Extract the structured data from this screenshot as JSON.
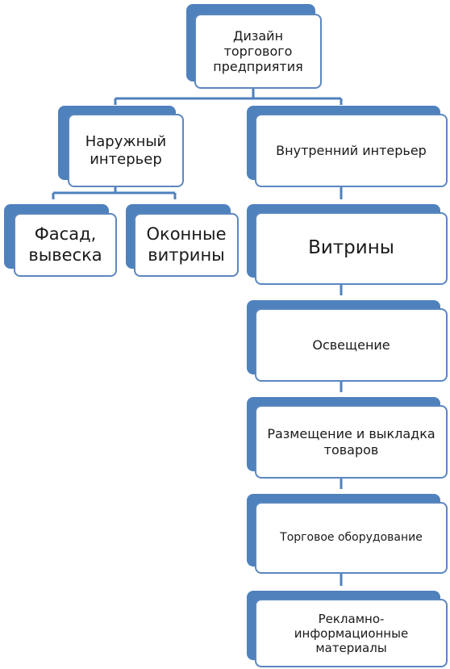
{
  "diagram": {
    "colors": {
      "accent": "#4f81bd",
      "border": "#5b87bf",
      "line": "#4f81bd",
      "text": "#1a1a1a"
    },
    "root": {
      "label": "Дизайн торгового предприятия"
    },
    "exterior": {
      "label": "Наружный интерьер",
      "children": [
        {
          "label": "Фасад, вывеска"
        },
        {
          "label": "Оконные витрины"
        }
      ]
    },
    "interior": {
      "label": "Внутренний интерьер",
      "children": [
        {
          "label": "Витрины"
        },
        {
          "label": "Освещение"
        },
        {
          "label": "Размещение и выкладка товаров"
        },
        {
          "label": "Торговое оборудование"
        },
        {
          "label": "Рекламно-информационные материалы"
        }
      ]
    }
  }
}
